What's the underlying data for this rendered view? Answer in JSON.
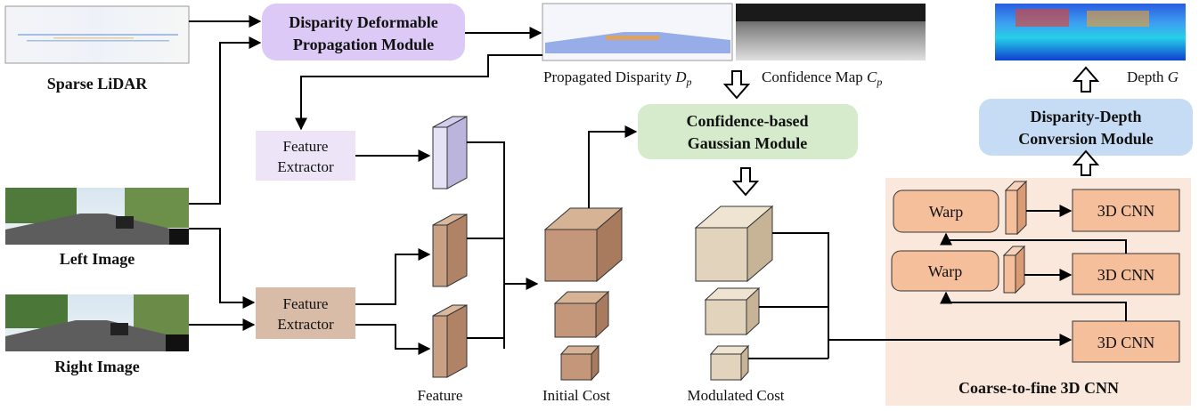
{
  "inputs": {
    "sparse_lidar": "Sparse LiDAR",
    "left_image": "Left Image",
    "right_image": "Right Image"
  },
  "modules": {
    "ddpm": [
      "Disparity Deformable",
      "Propagation Module"
    ],
    "cgm": [
      "Confidence-based",
      "Gaussian Module"
    ],
    "ddcm": [
      "Disparity-Depth",
      "Conversion Module"
    ],
    "feature_extractor_top": [
      "Feature",
      "Extractor"
    ],
    "feature_extractor_bottom": [
      "Feature",
      "Extractor"
    ],
    "warp_top": "Warp",
    "warp_mid": "Warp",
    "cnn_top": "3D CNN",
    "cnn_mid": "3D CNN",
    "cnn_bottom": "3D CNN",
    "coarse_to_fine": "Coarse-to-fine 3D CNN"
  },
  "outputs": {
    "propagated_disparity": {
      "text": "Propagated Disparity ",
      "math": "D",
      "sub": "p"
    },
    "confidence_map": {
      "text": "Confidence Map ",
      "math": "C",
      "sub": "p"
    },
    "depth": {
      "text": "Depth ",
      "math": "G"
    }
  },
  "captions": {
    "feature": "Feature",
    "initial_cost": "Initial Cost",
    "modulated_cost": "Modulated Cost"
  },
  "colors": {
    "ddpm_fill": "#dcc9f5",
    "cgm_fill": "#d5ebcc",
    "ddcm_fill": "#c6dcf5",
    "fe_top_fill": "#ede5f7",
    "fe_bottom_fill": "#d9bca8",
    "initial_cost": "#c4977a",
    "modulated_cost": "#e2d3bd",
    "coarse_bg": "#fbe8dc",
    "cnn_box": "#f5bf9c",
    "feature_purple": "#e6e2f5",
    "feature_brown": "#c9a084"
  }
}
